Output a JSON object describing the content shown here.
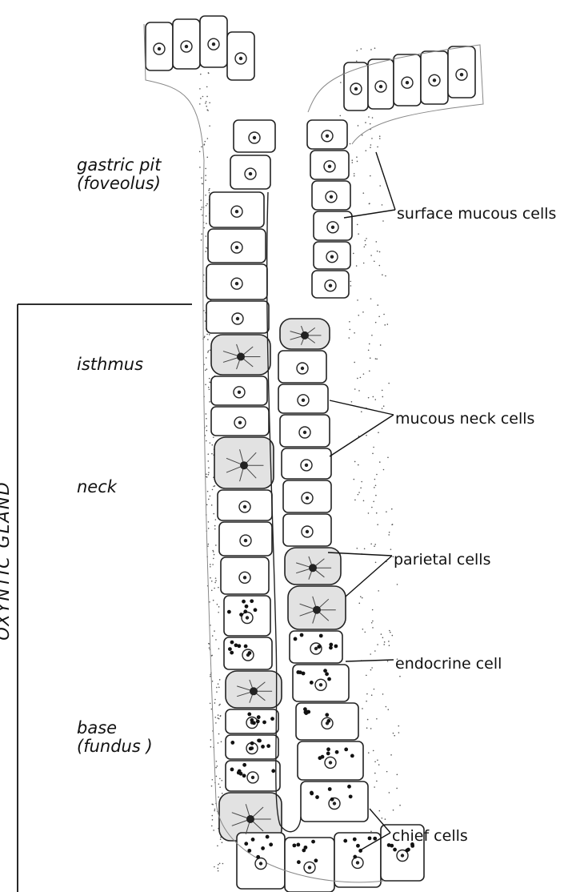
{
  "regions": {
    "gastric_pit": [
      "gastric pit",
      "(foveolus)"
    ],
    "isthmus": "isthmus",
    "neck": "neck",
    "base": [
      "base",
      "(fundus )"
    ]
  },
  "gland_label": "OXYNTIC GLAND",
  "cell_labels": {
    "surface_mucous": "surface mucous cells",
    "mucous_neck": "mucous neck cells",
    "parietal": "parietal cells",
    "endocrine": "endocrine cell",
    "chief": "chief cells"
  }
}
